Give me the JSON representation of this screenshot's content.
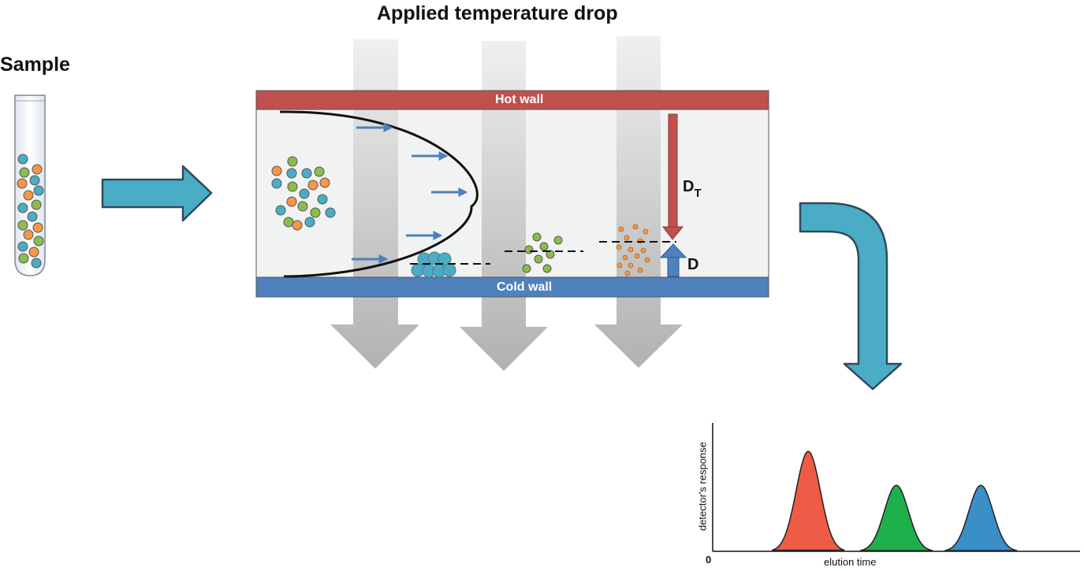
{
  "labels": {
    "title": "Applied temperature drop",
    "sample": "Sample",
    "hot_wall": "Hot wall",
    "cold_wall": "Cold wall",
    "dt_main": "D",
    "dt_sub": "T",
    "d": "D"
  },
  "chart": {
    "ylabel": "detector's response",
    "xlabel": "elution time",
    "origin": "0"
  },
  "colors": {
    "hot_wall": "#c0504d",
    "cold_wall": "#4f81bd",
    "channel_bg": "#f1f3f3",
    "teal": "#4bacc6",
    "green": "#8cbc4f",
    "orange": "#f79646",
    "peak_red": "#ef5b45",
    "peak_green": "#1fb04b",
    "peak_blue": "#3a8fc9"
  },
  "chart_data": {
    "type": "area",
    "xlabel": "elution time",
    "ylabel": "detector's response",
    "x_origin_label": "0",
    "series": [
      {
        "color": "#ef5b45",
        "peak_position": 0.26,
        "relative_height": 1.0
      },
      {
        "color": "#1fb04b",
        "peak_position": 0.5,
        "relative_height": 0.66
      },
      {
        "color": "#3a8fc9",
        "peak_position": 0.73,
        "relative_height": 0.66
      }
    ]
  }
}
